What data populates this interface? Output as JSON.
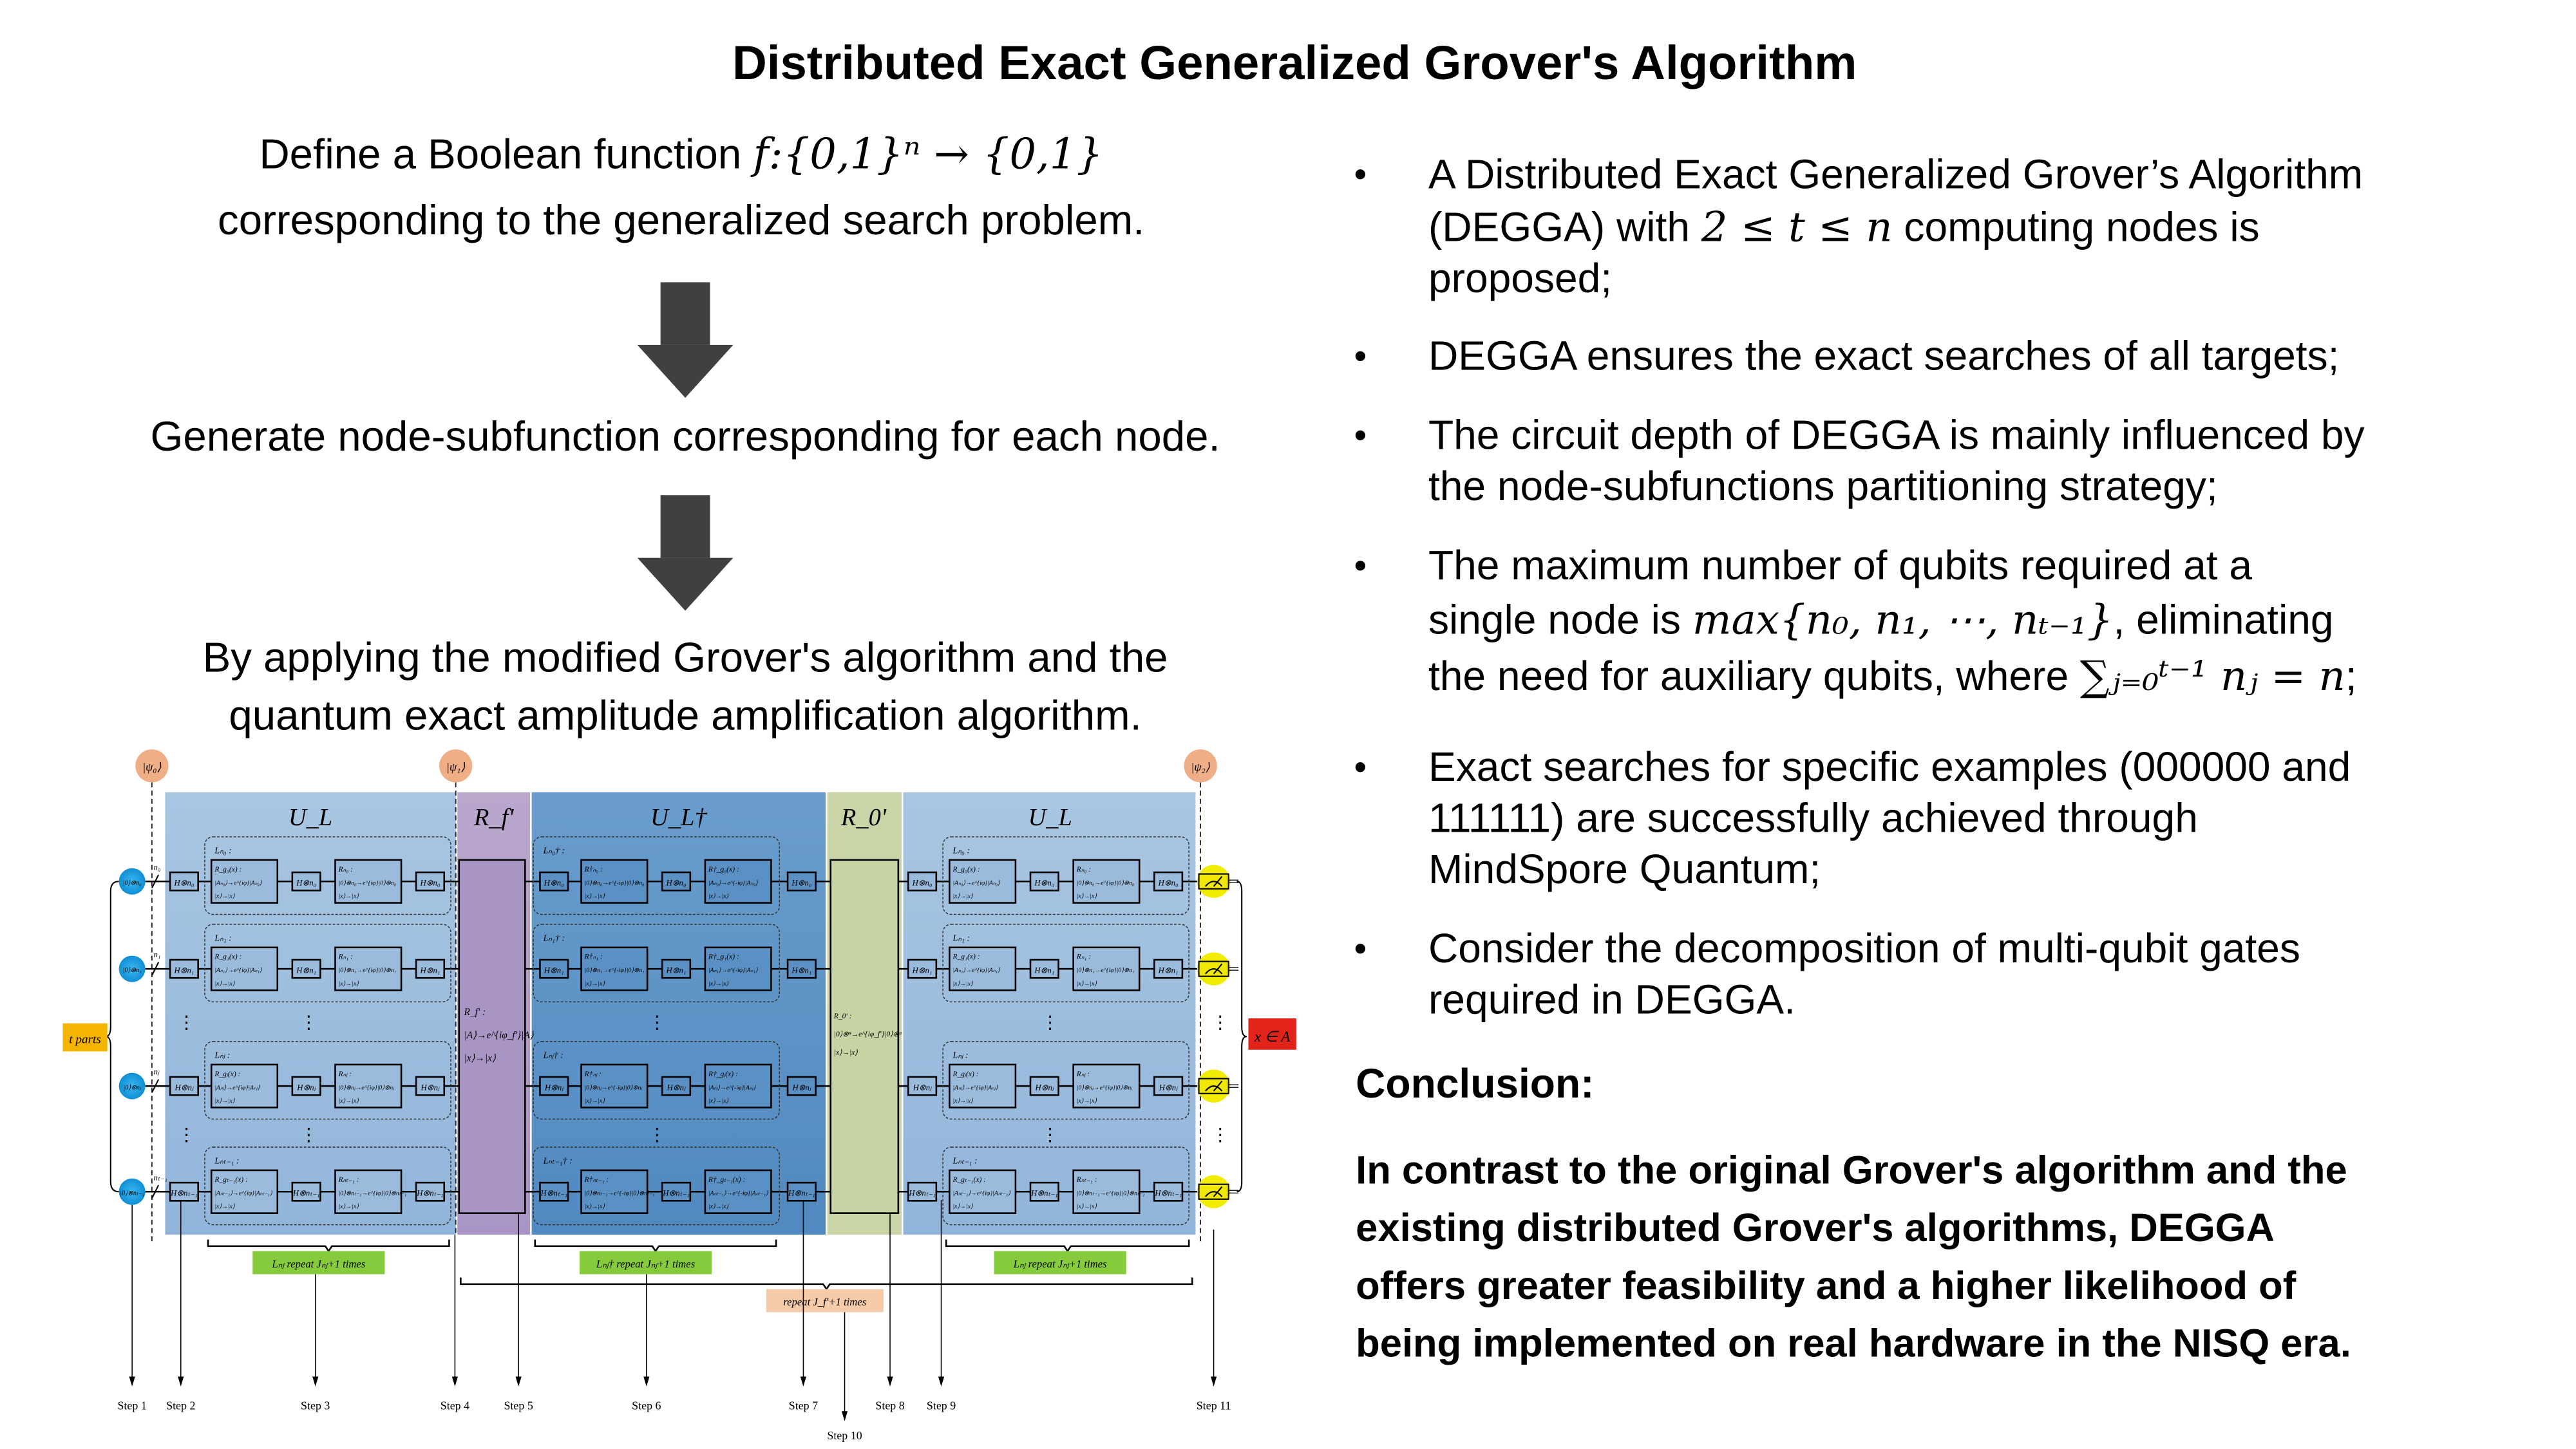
{
  "title": "Distributed Exact Generalized Grover's Algorithm",
  "left": {
    "step1_line1_text": "Define a Boolean function ",
    "step1_line1_math": "f:{0,1}ⁿ → {0,1}",
    "step1_line2": "corresponding to the generalized search problem.",
    "step2": "Generate node-subfunction corresponding for each node.",
    "step3_line1": "By applying the modified Grover's algorithm and the",
    "step3_line2": "quantum exact amplitude amplification algorithm.",
    "arrow_icon": "down-arrow-icon"
  },
  "bullets": [
    [
      [
        {
          "t": "A Distributed Exact Generalized Grover’s Algorithm"
        }
      ],
      [
        {
          "t": "(DEGGA) with "
        },
        {
          "m": "2 ≤ t ≤ n"
        },
        {
          "t": " computing nodes is"
        }
      ],
      [
        {
          "t": "proposed;"
        }
      ]
    ],
    [
      [
        {
          "t": "DEGGA ensures the exact searches of all targets;"
        }
      ]
    ],
    [
      [
        {
          "t": "The circuit depth of DEGGA is mainly influenced by"
        }
      ],
      [
        {
          "t": "the node-subfunctions partitioning strategy;"
        }
      ]
    ],
    [
      [
        {
          "t": "The maximum number of qubits required at a"
        }
      ],
      [
        {
          "t": "single node is "
        },
        {
          "m": "max{n₀, n₁, ⋯, nₜ₋₁}"
        },
        {
          "t": ", eliminating"
        }
      ],
      [
        {
          "t": "the need for auxiliary qubits, where "
        },
        {
          "m": "∑ⱼ₌₀ᵗ⁻¹ nⱼ = n"
        },
        {
          "t": ";"
        }
      ]
    ],
    [
      [
        {
          "t": "Exact searches for specific examples (000000 and"
        }
      ],
      [
        {
          "t": "111111) are successfully achieved through"
        }
      ],
      [
        {
          "t": "MindSpore Quantum;"
        }
      ]
    ],
    [
      [
        {
          "t": "Consider the decomposition of multi-qubit gates"
        }
      ],
      [
        {
          "t": "required in DEGGA."
        }
      ]
    ]
  ],
  "bullet_symbol": "•",
  "conclusion": {
    "heading": "Conclusion:",
    "lines": [
      "In contrast to the original Grover's algorithm and the",
      "existing distributed Grover's algorithms, DEGGA",
      "offers greater feasibility and a higher likelihood of",
      "being implemented on real hardware in the NISQ era."
    ]
  },
  "diagram": {
    "states": [
      "|ψ₀⟩",
      "|ψ₁⟩",
      "|ψ₂⟩"
    ],
    "blocks": [
      "U_L",
      "R_f'",
      "U_L†",
      "R_0'",
      "U_L"
    ],
    "colors": {
      "ul": "#9dbcdd",
      "rf": "#b09dc8",
      "uld": "#5f94c6",
      "r0": "#c9d5a7",
      "qubit": "#1a9de0",
      "measure": "#f2ec00",
      "state": "#f0ae86",
      "tparts": "#f4b400",
      "target": "#e2231a",
      "green": "#86cb3c",
      "peach": "#f5cbaa"
    },
    "t_parts": "t parts",
    "target": "x ∈ A",
    "rf_text": [
      "R_f' :",
      "|A⟩→e^{iφ_f'}|A⟩",
      "|x⟩→|x⟩"
    ],
    "r0_text": [
      "R_0' :",
      "|0⟩⊗ⁿ→e^{iφ_f'}|0⟩⊗ⁿ",
      "|x⟩→|x⟩"
    ],
    "rows": [
      {
        "n": "n₀",
        "q": "|0⟩⊗n₀",
        "h": "H⊗n₀",
        "L": "Lₙ₀ :",
        "Ld": "Lₙ₀† :",
        "rg": "R_g₀(x) :",
        "rn": "Rₙ₀ :",
        "rgd": "R†_g₀(x) :",
        "rnd": "R†ₙ₀ :",
        "a": "|Aₙ₀⟩→e^{iφ}|Aₙ₀⟩",
        "ad": "|Aₙ₀⟩→e^{-iφ}|Aₙ₀⟩",
        "z": "|0⟩⊗n₀→e^{iφ}|0⟩⊗n₀",
        "zd": "|0⟩⊗n₀→e^{-iφ}|0⟩⊗n₀",
        "x": "|x⟩→|x⟩"
      },
      {
        "n": "n₁",
        "q": "|0⟩⊗n₁",
        "h": "H⊗n₁",
        "L": "Lₙ₁ :",
        "Ld": "Lₙ₁† :",
        "rg": "R_g₁(x) :",
        "rn": "Rₙ₁ :",
        "rgd": "R†_g₁(x) :",
        "rnd": "R†ₙ₁ :",
        "a": "|Aₙ₁⟩→e^{iφ}|Aₙ₁⟩",
        "ad": "|Aₙ₁⟩→e^{-iφ}|Aₙ₁⟩",
        "z": "|0⟩⊗n₁→e^{iφ}|0⟩⊗n₁",
        "zd": "|0⟩⊗n₁→e^{-iφ}|0⟩⊗n₁",
        "x": "|x⟩→|x⟩"
      },
      {
        "n": "nⱼ",
        "q": "|0⟩⊗nⱼ",
        "h": "H⊗nⱼ",
        "L": "Lₙⱼ :",
        "Ld": "Lₙⱼ† :",
        "rg": "R_gⱼ(x) :",
        "rn": "Rₙⱼ :",
        "rgd": "R†_gⱼ(x) :",
        "rnd": "R†ₙⱼ :",
        "a": "|Aₙⱼ⟩→e^{iφ}|Aₙⱼ⟩",
        "ad": "|Aₙⱼ⟩→e^{-iφ}|Aₙⱼ⟩",
        "z": "|0⟩⊗nⱼ→e^{iφ}|0⟩⊗nⱼ",
        "zd": "|0⟩⊗nⱼ→e^{-iφ}|0⟩⊗nⱼ",
        "x": "|x⟩→|x⟩"
      },
      {
        "n": "nₜ₋₁",
        "q": "|0⟩⊗nₜ₋₁",
        "h": "H⊗nₜ₋₁",
        "L": "Lₙₜ₋₁ :",
        "Ld": "Lₙₜ₋₁† :",
        "rg": "R_gₜ₋₁(x) :",
        "rn": "Rₙₜ₋₁ :",
        "rgd": "R†_gₜ₋₁(x) :",
        "rnd": "R†ₙₜ₋₁ :",
        "a": "|Aₙₜ₋₁⟩→e^{iφ}|Aₙₜ₋₁⟩",
        "ad": "|Aₙₜ₋₁⟩→e^{-iφ}|Aₙₜ₋₁⟩",
        "z": "|0⟩⊗nₜ₋₁→e^{iφ}|0⟩⊗nₜ₋₁",
        "zd": "|0⟩⊗nₜ₋₁→e^{-iφ}|0⟩⊗nₜ₋₁",
        "x": "|x⟩→|x⟩"
      }
    ],
    "ellipsis": "⋮",
    "repeat_labels": [
      "Lₙⱼ repeat Jₙⱼ+1 times",
      "Lₙⱼ† repeat Jₙⱼ+1 times",
      "Lₙⱼ repeat Jₙⱼ+1 times"
    ],
    "repeat_outer": "repeat J_f'+1 times",
    "steps": [
      "Step 1",
      "Step 2",
      "Step 3",
      "Step 4",
      "Step 5",
      "Step 6",
      "Step 7",
      "Step 8",
      "Step 9",
      "Step 10",
      "Step 11"
    ]
  }
}
